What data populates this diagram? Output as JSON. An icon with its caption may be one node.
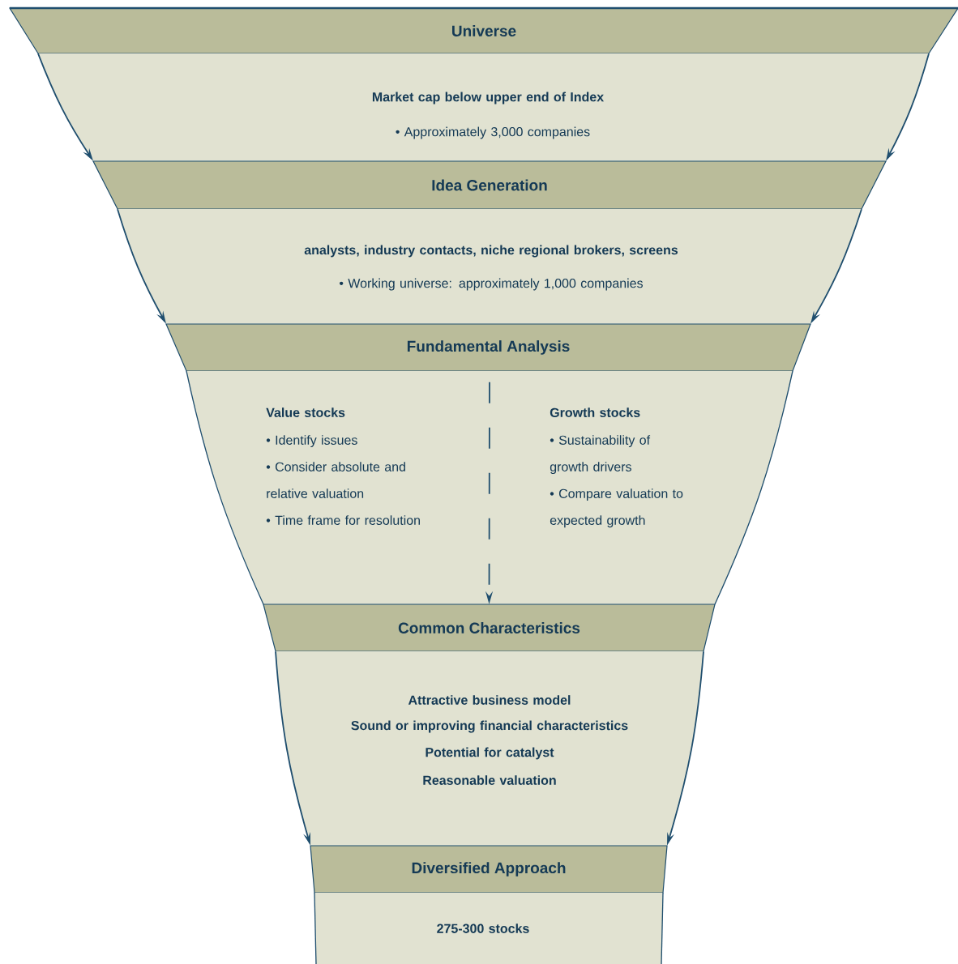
{
  "diagram": {
    "nodes": [
      {
        "text": [
          "Universe"
        ]
      },
      {
        "text": [
          "Market cap below upper end of Index",
          "• Approximately 3,000 companies"
        ]
      },
      {
        "text": [
          "Idea Generation"
        ]
      },
      {
        "text": [
          "analysts, industry contacts, niche regional brokers, screens",
          "• Working universe: approximately 1,000 companies"
        ]
      },
      {
        "text": [
          "Fundamental Analysis"
        ]
      },
      {
        "text": [
          "Value stocks",
          "• Identify issues",
          "• Consider absolute and relative valuation",
          "• Time frame for resolution",
          "Growth stocks",
          "• Sustainability of growth drivers",
          "• Compare valuation to expected growth"
        ]
      },
      {
        "text": [
          "Common Characteristics"
        ]
      },
      {
        "text": [
          "Attractive business model",
          "Sound or improving financial characteristics",
          "Potential for catalyst",
          "Reasonable valuation"
        ]
      },
      {
        "text": [
          "Diversified Approach"
        ]
      },
      {
        "text": [
          "275-300 stocks"
        ]
      }
    ],
    "edges": [
      {
        "from": 0,
        "to": 2,
        "arrow": "to"
      },
      {
        "from": 0,
        "to": 2,
        "arrow": "to"
      },
      {
        "from": 2,
        "to": 4,
        "arrow": "to"
      },
      {
        "from": 2,
        "to": 4,
        "arrow": "to"
      },
      {
        "from": 5,
        "to": 6,
        "arrow": "to",
        "style": "dashed"
      },
      {
        "from": 6,
        "to": 8,
        "arrow": "to"
      },
      {
        "from": 6,
        "to": 8,
        "arrow": "to"
      }
    ]
  }
}
